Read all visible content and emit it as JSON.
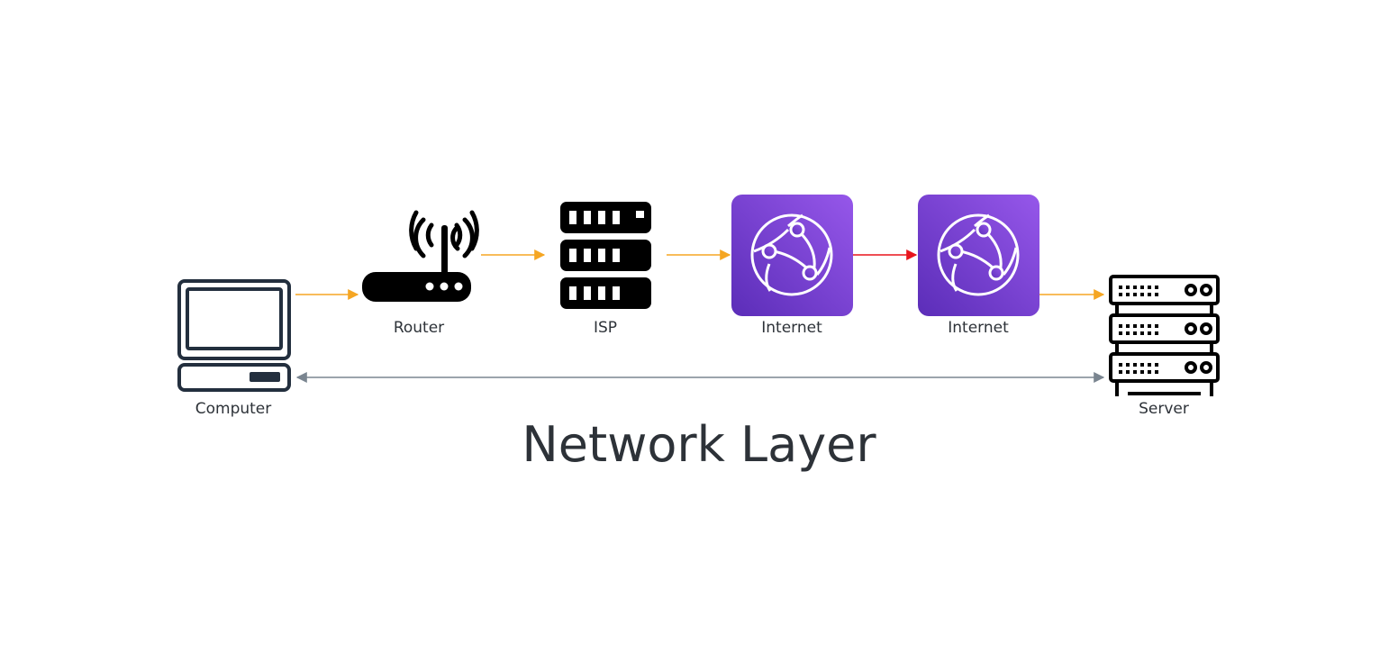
{
  "title": "Network Layer",
  "nodes": {
    "computer": {
      "label": "Computer",
      "icon": "computer-icon"
    },
    "router": {
      "label": "Router",
      "icon": "router-icon"
    },
    "isp": {
      "label": "ISP",
      "icon": "isp-server-icon"
    },
    "internet1": {
      "label": "Internet",
      "icon": "internet-globe-icon"
    },
    "internet2": {
      "label": "Internet",
      "icon": "internet-globe-icon"
    },
    "server": {
      "label": "Server",
      "icon": "server-rack-icon"
    }
  },
  "edges": [
    {
      "from": "computer",
      "to": "router",
      "color": "#f5a623"
    },
    {
      "from": "router",
      "to": "isp",
      "color": "#f5a623"
    },
    {
      "from": "isp",
      "to": "internet1",
      "color": "#f5a623"
    },
    {
      "from": "internet1",
      "to": "internet2",
      "color": "#e8141c"
    },
    {
      "from": "internet2",
      "to": "server",
      "color": "#f5a623"
    },
    {
      "from": "computer",
      "to": "server",
      "color": "#7a8590",
      "bidirectional": true
    }
  ],
  "colors": {
    "text": "#2d3238",
    "internet_gradient_top": "#9657ea",
    "internet_gradient_bottom": "#5b2db8",
    "icon_dark": "#232f3e"
  }
}
